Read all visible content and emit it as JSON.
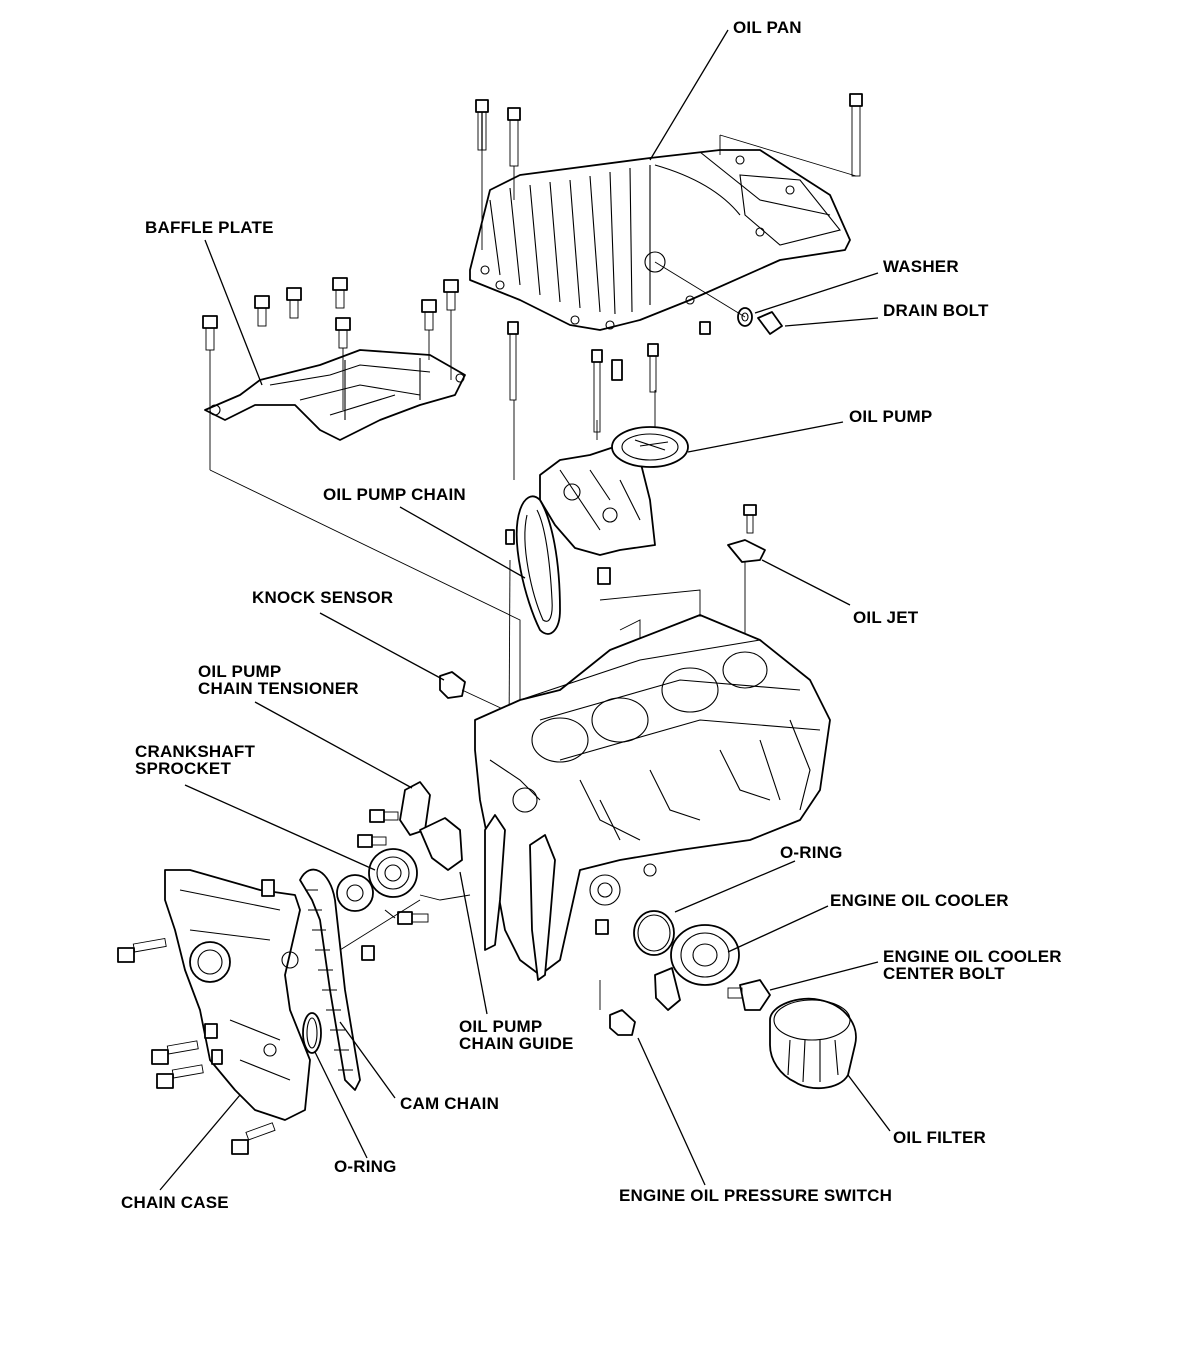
{
  "labels": {
    "oil_pan": "OIL PAN",
    "baffle_plate": "BAFFLE PLATE",
    "washer": "WASHER",
    "drain_bolt": "DRAIN BOLT",
    "oil_pump": "OIL PUMP",
    "oil_pump_chain": "OIL PUMP CHAIN",
    "knock_sensor": "KNOCK SENSOR",
    "oil_jet": "OIL JET",
    "oil_pump_chain_tensioner": [
      "OIL PUMP",
      "CHAIN TENSIONER"
    ],
    "crankshaft_sprocket": [
      "CRANKSHAFT",
      "SPROCKET"
    ],
    "o_ring_right": "O-RING",
    "engine_oil_cooler": "ENGINE OIL COOLER",
    "engine_oil_cooler_center_bolt": [
      "ENGINE OIL COOLER",
      "CENTER BOLT"
    ],
    "oil_pump_chain_guide": [
      "OIL PUMP",
      "CHAIN GUIDE"
    ],
    "cam_chain": "CAM CHAIN",
    "oil_filter": "OIL FILTER",
    "o_ring_left": "O-RING",
    "chain_case": "CHAIN CASE",
    "engine_oil_pressure_switch": "ENGINE OIL PRESSURE SWITCH"
  }
}
